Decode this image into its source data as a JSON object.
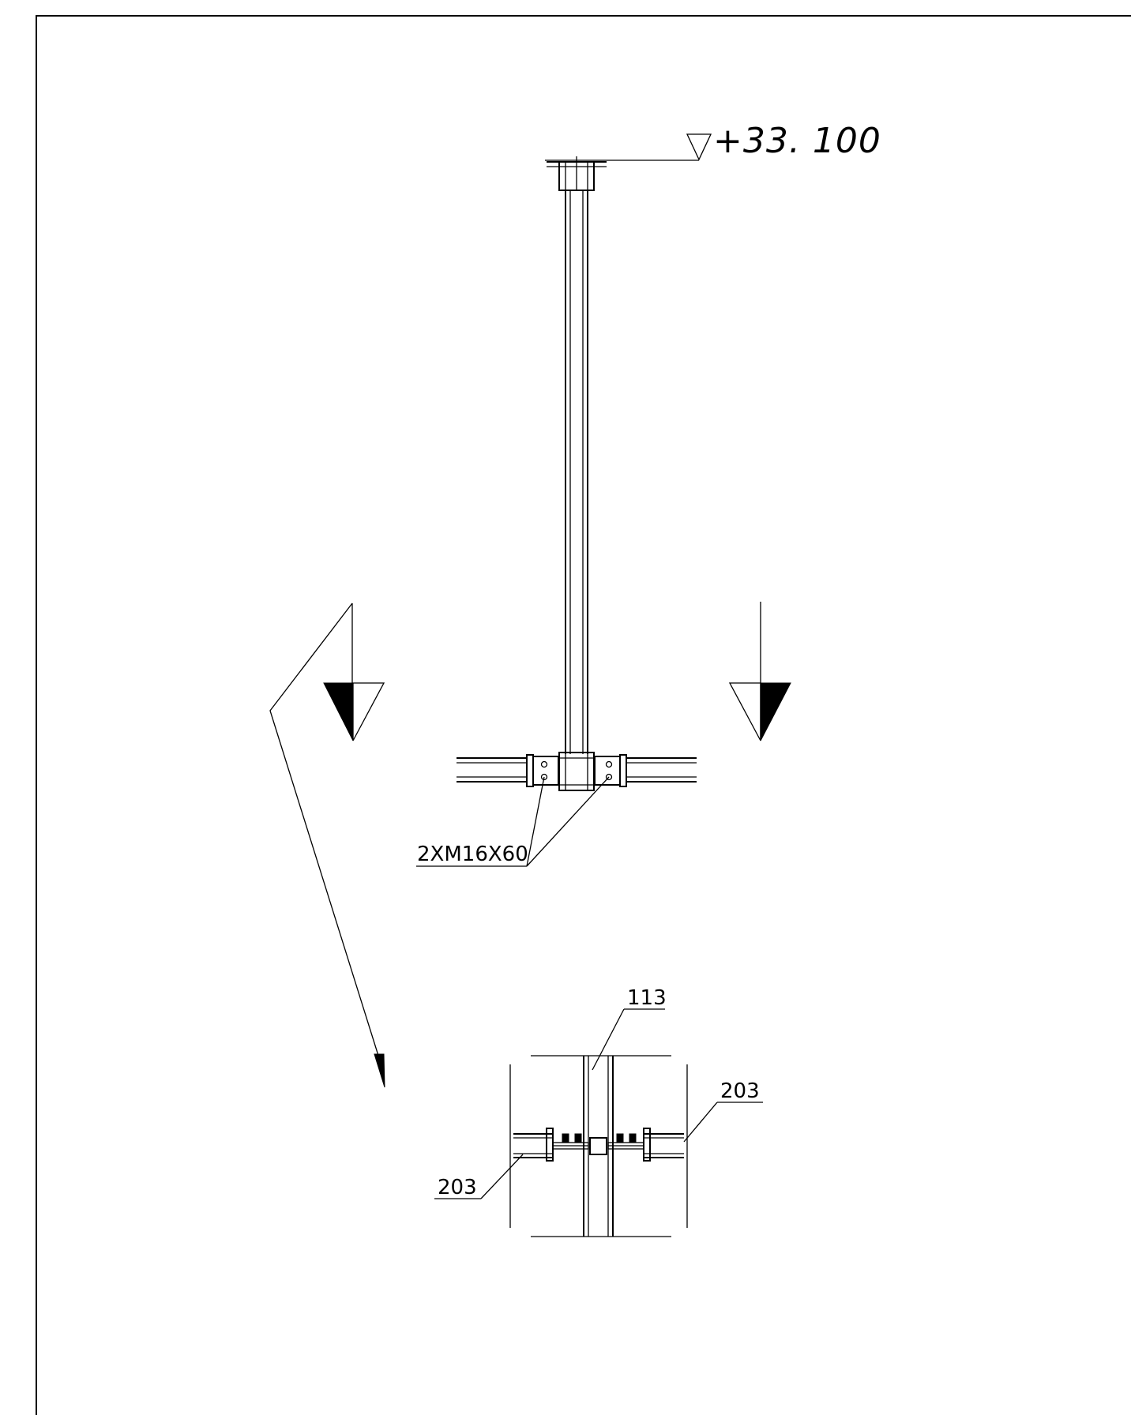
{
  "elevation": {
    "label": "+33. 100"
  },
  "callouts": {
    "bolts": "2XM16X60",
    "post": "113",
    "beam_right": "203",
    "beam_left": "203"
  }
}
